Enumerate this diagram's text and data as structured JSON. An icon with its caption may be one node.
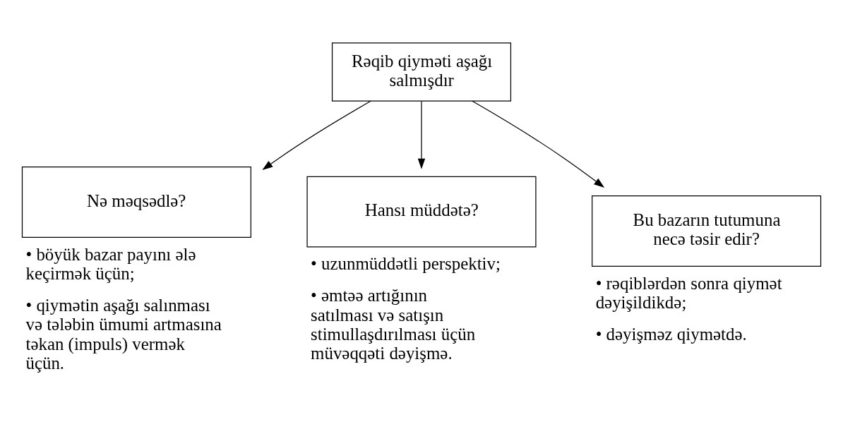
{
  "diagram": {
    "nodes": [
      {
        "text": [
          "Rəqib qiyməti aşağı salmışdır"
        ]
      },
      {
        "text": [
          "Nə məqsədlə?"
        ],
        "beside": [
          "• böyük bazar payını ələ keçirmək üçün;",
          "• qiymətin aşağı salınması və tələbin ümumi artmasına təkan (impuls) vermək üçün."
        ]
      },
      {
        "text": [
          "Hansı müddətə?"
        ],
        "beside": [
          "• uzunmüddətli perspektiv;",
          "• əmtəə artığının satılması və satışın stimullaşdırılması üçün müvəqqəti dəyişmə."
        ]
      },
      {
        "text": [
          "Bu bazarın tutumuna necə təsir edir?"
        ],
        "beside": [
          "• rəqiblərdən sonra qiymət dəyişildikdə;",
          "• dəyişməz qiymətdə."
        ]
      }
    ],
    "edges": [
      {
        "from": 0,
        "to": 1,
        "arrow": "to"
      },
      {
        "from": 0,
        "to": 2,
        "arrow": "to"
      },
      {
        "from": 0,
        "to": 3,
        "arrow": "to"
      }
    ]
  }
}
